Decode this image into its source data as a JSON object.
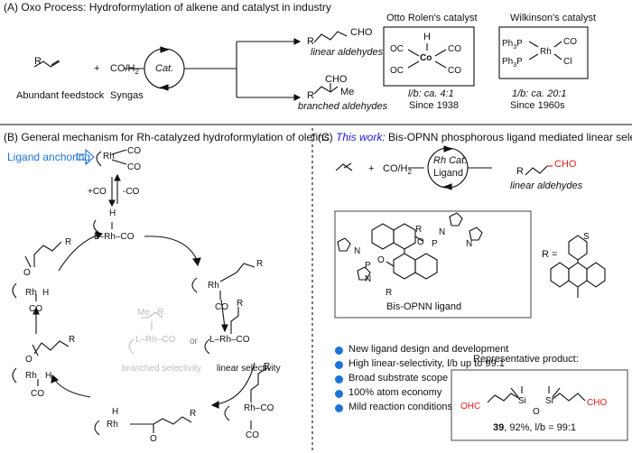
{
  "panel_a": {
    "title": "(A) Oxo Process: Hydroformylation of alkene and catalyst in industry",
    "feedstock": "Abundant feedstock",
    "syngas": "Syngas",
    "plus": "+",
    "coh2": "CO/H",
    "coh2_sub": "2",
    "cat": "Cat.",
    "linear": "linear aldehydes",
    "branched": "branched aldehydes",
    "cho": "CHO",
    "r": "R",
    "me": "Me",
    "otto_title": "Otto Rolen's catalyst",
    "otto_lb": "l/b: ca. 4:1",
    "otto_since": "Since 1938",
    "wilk_title": "Wilkinson's catalyst",
    "wilk_lb": "1/b: ca. 20:1",
    "wilk_since": "Since 1960s"
  },
  "panel_b": {
    "title": "(B) General mechanism for Rh-catalyzed hydroformylation of olefins",
    "ligand_anchoring": "Ligand anchoring",
    "co_exchange": "+CO",
    "co_loss": "-CO",
    "or": "or",
    "branched_sel": "branched selectivity",
    "linear_sel": "linear selectivity"
  },
  "panel_c": {
    "title_em": "This work:",
    "title_rest": " Bis-OPNN phosphorous ligand mediated linear selectivity",
    "rh_cat": "Rh Cat.",
    "ligand": "Ligand",
    "linear": "linear aldehydes",
    "ligand_name": "Bis-OPNN ligand",
    "r_eq": "R =",
    "bullets": [
      "New ligand design and development",
      "High linear-selectivity, l/b up to 99:1",
      "Broad substrate scope",
      "100% atom economy",
      "Mild reaction conditions"
    ],
    "rep_title": "Representative product:",
    "product_num": "39",
    "product_info": ", 92%, l/b = 99:1",
    "ohc": "OHC",
    "cho": "CHO"
  },
  "colors": {
    "accent_red": "#e01b1b",
    "accent_blue": "#1e73d6",
    "work_blue": "#1a1ad6",
    "grey": "#bdbdbd"
  }
}
